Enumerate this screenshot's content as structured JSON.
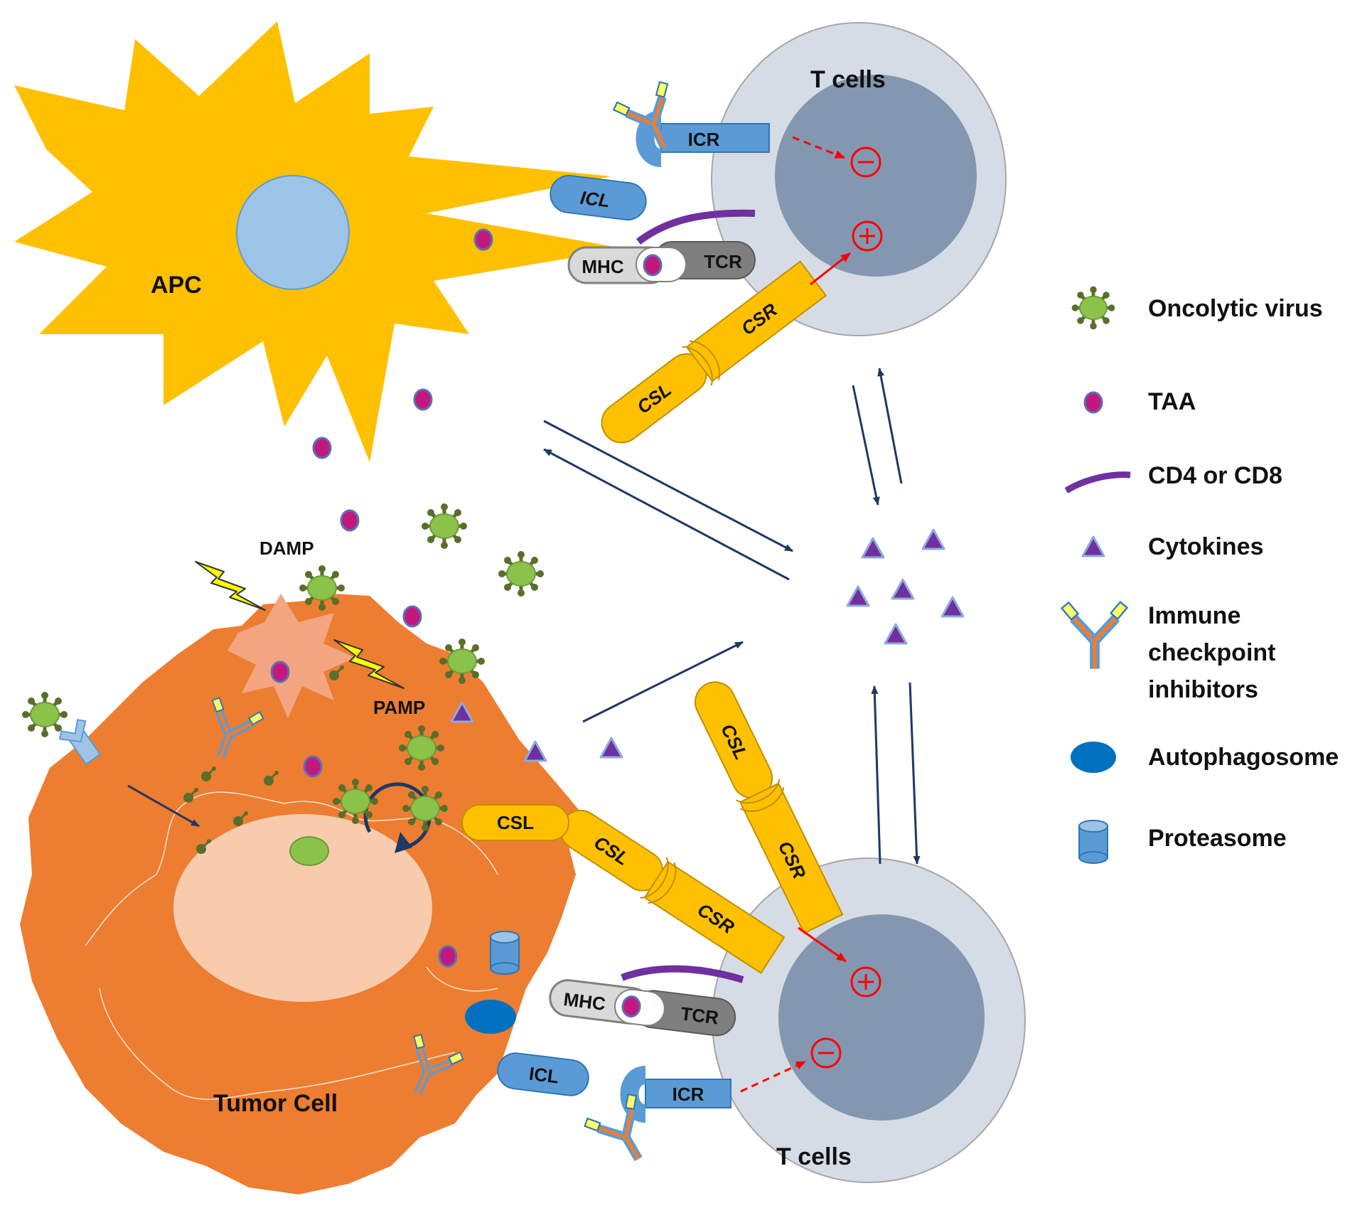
{
  "cells": {
    "apc": "APC",
    "t_cells_top": "T cells",
    "t_cells_bottom": "T cells",
    "tumor": "Tumor Cell"
  },
  "molecules": {
    "icr": "ICR",
    "icl": "ICL",
    "mhc": "MHC",
    "tcr": "TCR",
    "csl": "CSL",
    "csr": "CSR",
    "damp": "DAMP",
    "pamp": "PAMP"
  },
  "signs": {
    "plus": "+",
    "minus": "−"
  },
  "legend": [
    {
      "icon": "oncolytic-virus-icon",
      "label": "Oncolytic virus"
    },
    {
      "icon": "taa-icon",
      "label": "TAA"
    },
    {
      "icon": "cd4-cd8-icon",
      "label": "CD4 or CD8"
    },
    {
      "icon": "cytokine-icon",
      "label": "Cytokines"
    },
    {
      "icon": "antibody-icon",
      "label": "Immune checkpoint inhibitors",
      "lines": [
        "Immune",
        "checkpoint",
        "inhibitors"
      ]
    },
    {
      "icon": "autophagosome-icon",
      "label": "Autophagosome"
    },
    {
      "icon": "proteasome-icon",
      "label": "Proteasome"
    }
  ],
  "colors": {
    "apc": "#FFC000",
    "tumor": "#ED7D31",
    "tumor_nucleus": "#F8CBAD",
    "apc_nucleus": "#9DC3E6",
    "t_cell_outer": "#D6DCE5",
    "t_cell_inner": "#8497B0",
    "virus": "#8BC34A",
    "virus_spike": "#5A6E2C",
    "taa": "#C2187E",
    "taa_ring": "#5B6FB5",
    "cd4_cd8": "#7030A0",
    "cytokine": "#7030A0",
    "receptor_blue": "#5B9BD5",
    "csl_yellow": "#FFC000",
    "arrow_dark": "#1F3864",
    "arrow_red": "#FF0000",
    "damp_burst": "#F4A582",
    "autophagosome": "#0070C0"
  }
}
